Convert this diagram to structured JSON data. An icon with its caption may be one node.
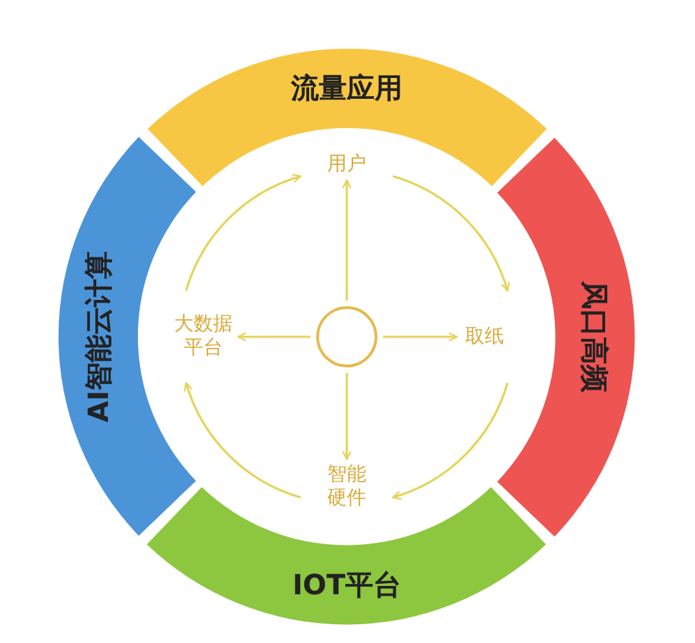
{
  "diagram": {
    "nodes": [
      {
        "text": [
          "流量应用"
        ]
      },
      {
        "text": [
          "风口高频"
        ]
      },
      {
        "text": [
          "IOT平台"
        ]
      },
      {
        "text": [
          "AI智能云计算"
        ]
      },
      {
        "text": [
          "用户"
        ]
      },
      {
        "text": [
          "取纸"
        ]
      },
      {
        "text": [
          "智能硬件"
        ]
      },
      {
        "text": [
          "大数据平台"
        ]
      },
      {
        "text": [],
        "shape": "circle"
      }
    ],
    "edges": [
      {
        "from": 8,
        "to": 4,
        "arrow": "to"
      },
      {
        "from": 8,
        "to": 5,
        "arrow": "to"
      },
      {
        "from": 8,
        "to": 6,
        "arrow": "to"
      },
      {
        "from": 8,
        "to": 7,
        "arrow": "to"
      },
      {
        "from": 7,
        "to": 4,
        "arrow": "to"
      },
      {
        "from": 4,
        "to": 5,
        "arrow": "to"
      },
      {
        "from": 5,
        "to": 6,
        "arrow": "to"
      },
      {
        "from": 6,
        "to": 7,
        "arrow": "to"
      }
    ]
  }
}
